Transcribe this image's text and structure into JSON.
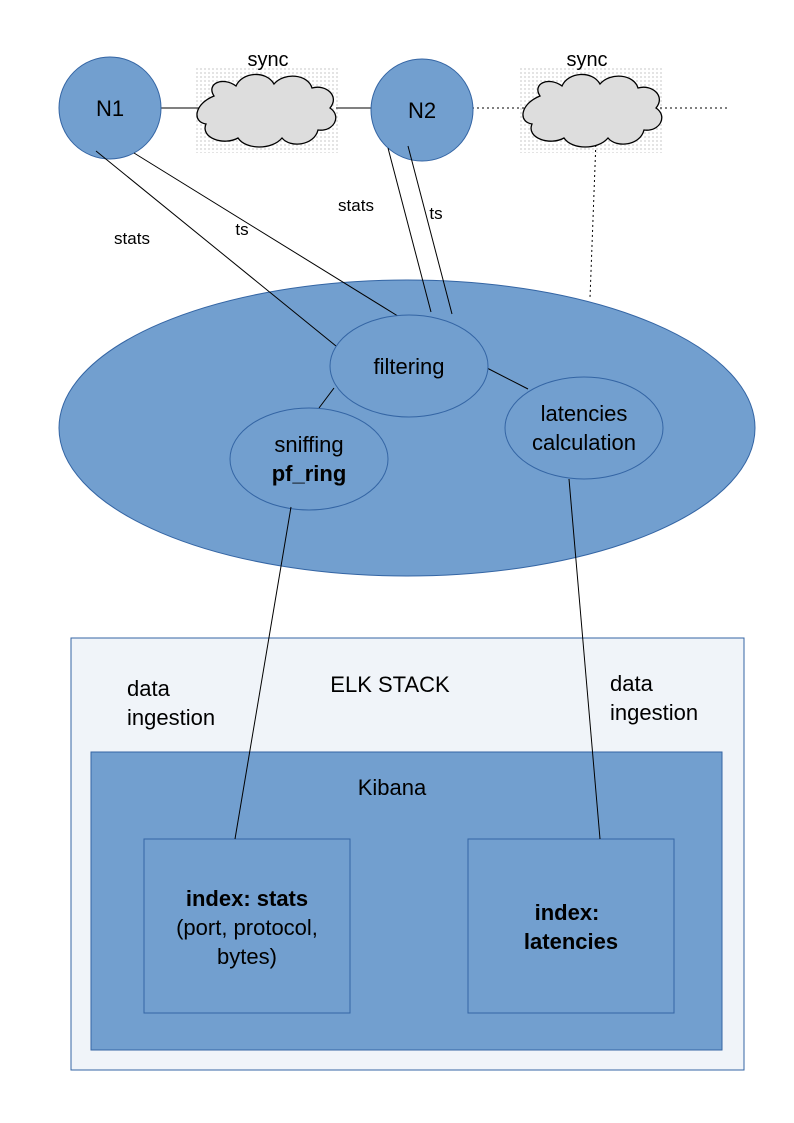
{
  "nodes": {
    "n1": "N1",
    "n2": "N2"
  },
  "clouds": {
    "sync1": "sync",
    "sync2": "sync"
  },
  "edges": {
    "n1_stats": "stats",
    "n1_ts": "ts",
    "n2_stats": "stats",
    "n2_ts": "ts"
  },
  "processing": {
    "filtering": "filtering",
    "sniffing_line1": "sniffing",
    "sniffing_line2": "pf_ring",
    "latencies_line1": "latencies",
    "latencies_line2": "calculation"
  },
  "elk": {
    "title": "ELK STACK",
    "ingest_left_line1": "data",
    "ingest_left_line2": "ingestion",
    "ingest_right_line1": "data",
    "ingest_right_line2": "ingestion",
    "kibana": "Kibana",
    "index_stats_line1": "index: stats",
    "index_stats_line2": "(port, protocol,",
    "index_stats_line3": "bytes)",
    "index_latencies_line1": "index:",
    "index_latencies_line2": "latencies"
  },
  "colors": {
    "node_fill": "#729fcf",
    "node_stroke": "#3465a4",
    "cloud_fill": "#dddddd",
    "elk_bg": "#f0f4f9",
    "kibana_fill": "#729fcf"
  }
}
